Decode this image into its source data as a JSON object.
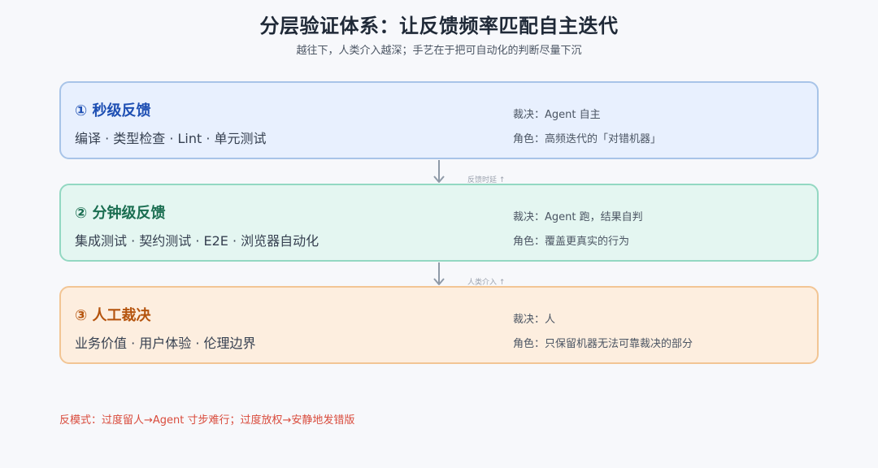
{
  "title": "分层验证体系：让反馈频率匹配自主迭代",
  "subtitle": "越往下，人类介入越深；手艺在于把可自动化的判断尽量下沉",
  "layers": [
    {
      "title": "① 秒级反馈",
      "items": "编译 · 类型检查 · Lint · 单元测试",
      "ruling": "裁决：Agent 自主",
      "role": "角色：高频迭代的「对错机器」"
    },
    {
      "title": "② 分钟级反馈",
      "items": "集成测试 · 契约测试 · E2E · 浏览器自动化",
      "ruling": "裁决：Agent 跑，结果自判",
      "role": "角色：覆盖更真实的行为"
    },
    {
      "title": "③ 人工裁决",
      "items": "业务价值 · 用户体验 · 伦理边界",
      "ruling": "裁决：人",
      "role": "角色：只保留机器无法可靠裁决的部分"
    }
  ],
  "arrows": [
    {
      "note": "反馈时延 ↑"
    },
    {
      "note": "人类介入 ↑"
    }
  ],
  "anti_pattern": "反模式：过度留人→Agent 寸步难行；过度放权→安静地发错版",
  "colors": {
    "layer1_fill": "#e8f0fe",
    "layer1_border": "#a8c4e8",
    "layer1_title": "#1e4fb3",
    "layer2_fill": "#e4f6f1",
    "layer2_border": "#93d8c2",
    "layer2_title": "#1a6e51",
    "layer3_fill": "#fdeedf",
    "layer3_border": "#f2c594",
    "layer3_title": "#b5540e",
    "arrow": "#8f9aa8",
    "anti_pattern": "#d94b3c"
  }
}
